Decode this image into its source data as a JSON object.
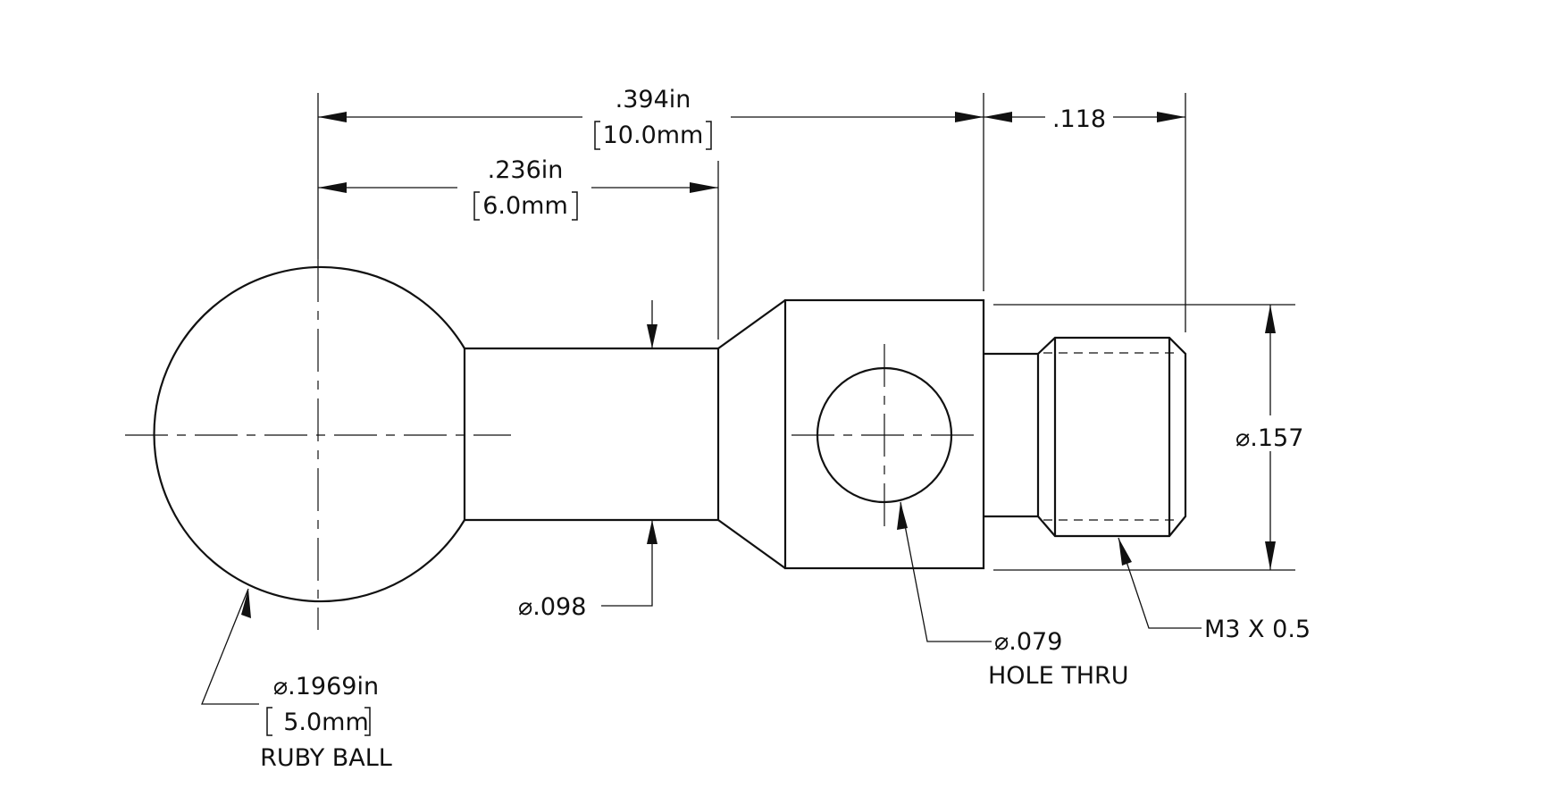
{
  "dimensions": {
    "overall_length_in": ".394in",
    "overall_length_mm": "10.0mm",
    "ball_to_shoulder_in": ".236in",
    "ball_to_shoulder_mm": "6.0mm",
    "thread_length": ".118",
    "body_height_dia": "⌀.157",
    "stem_dia": "⌀.098",
    "cross_hole_dia": "⌀.079",
    "cross_hole_note": "HOLE THRU",
    "thread_callout": "M3 X 0.5",
    "ball_dia_in": "⌀.1969in",
    "ball_dia_mm": "5.0mm",
    "ball_note": "RUBY BALL"
  }
}
